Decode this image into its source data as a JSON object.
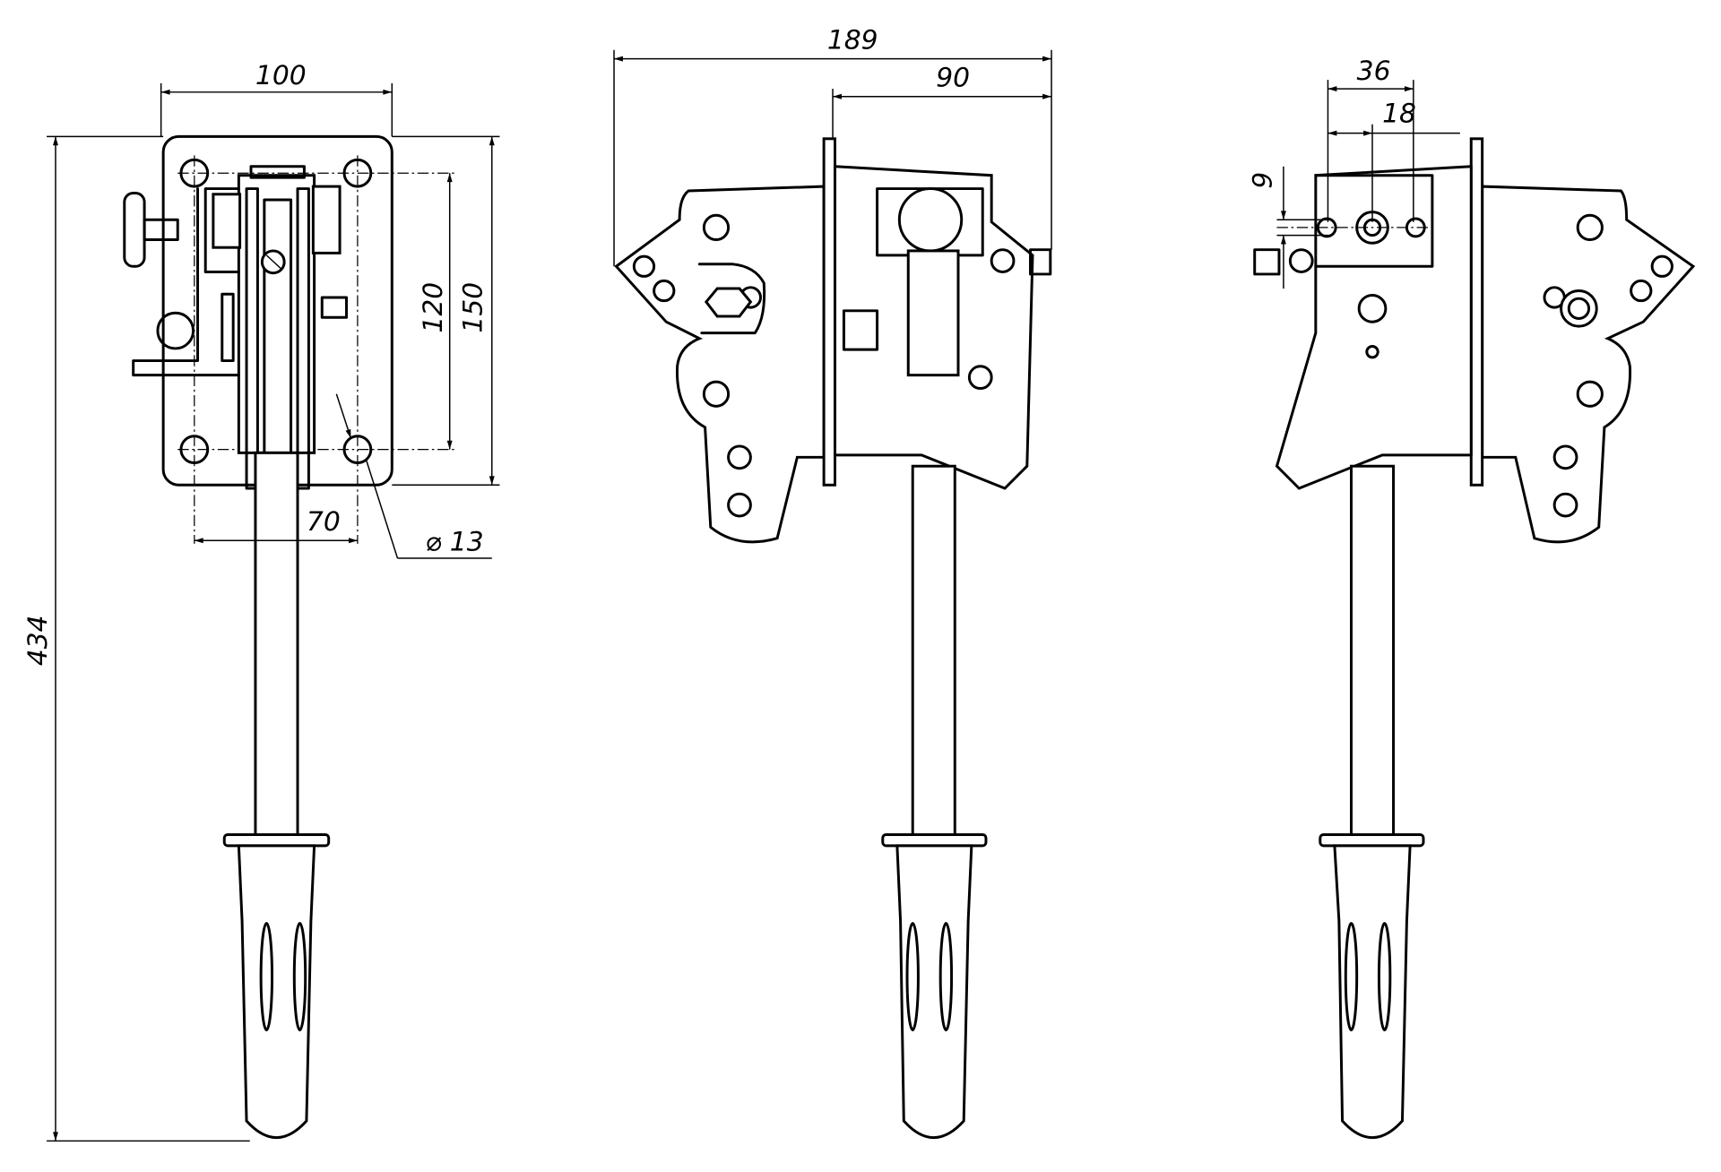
{
  "drawing": {
    "views": [
      "front-view",
      "side-view-left",
      "side-view-right"
    ],
    "dimensions": {
      "plate_width": "100",
      "overall_height": "434",
      "hole_spacing_vertical": "120",
      "plate_height": "150",
      "hole_spacing_horizontal": "70",
      "hole_diameter": "⌀ 13",
      "overall_depth": "189",
      "body_depth": "90",
      "width_36": "36",
      "width_18": "18",
      "offset_9": "9"
    }
  }
}
